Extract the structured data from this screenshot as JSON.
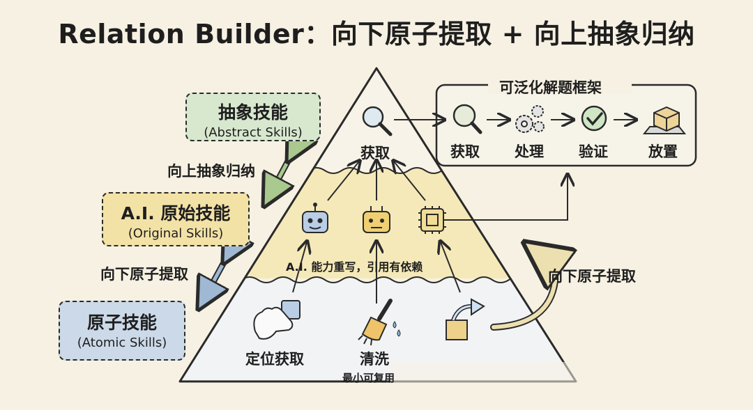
{
  "title": "Relation Builder：向下原子提取 + 向上抽象归纳",
  "tags": {
    "abstract": {
      "zh": "抽象技能",
      "en": "(Abstract Skills)",
      "color": "#d8e8cf"
    },
    "original": {
      "zh": "A.I. 原始技能",
      "en": "(Original Skills)",
      "color": "#f3e2a6"
    },
    "atomic": {
      "zh": "原子技能",
      "en": "(Atomic Skills)",
      "color": "#ccd9e8"
    }
  },
  "arrows": {
    "up_induction": "向上抽象归纳",
    "down_extract_left": "向下原子提取",
    "down_extract_right": "向下原子提取"
  },
  "pyramid": {
    "top_label": "获取",
    "middle_caption": "A.I. 能力重写，引用有依赖",
    "bottom_left": "定位获取",
    "bottom_mid": "清洗",
    "bottom_mid_sub": "最小可复用"
  },
  "framework": {
    "title": "可泛化解题框架",
    "steps": [
      "获取",
      "处理",
      "验证",
      "放置"
    ]
  },
  "colors": {
    "background": "#f6f1e3",
    "green": "#d8e8cf",
    "yellow": "#f3e2a6",
    "blue": "#ccd9e8"
  }
}
